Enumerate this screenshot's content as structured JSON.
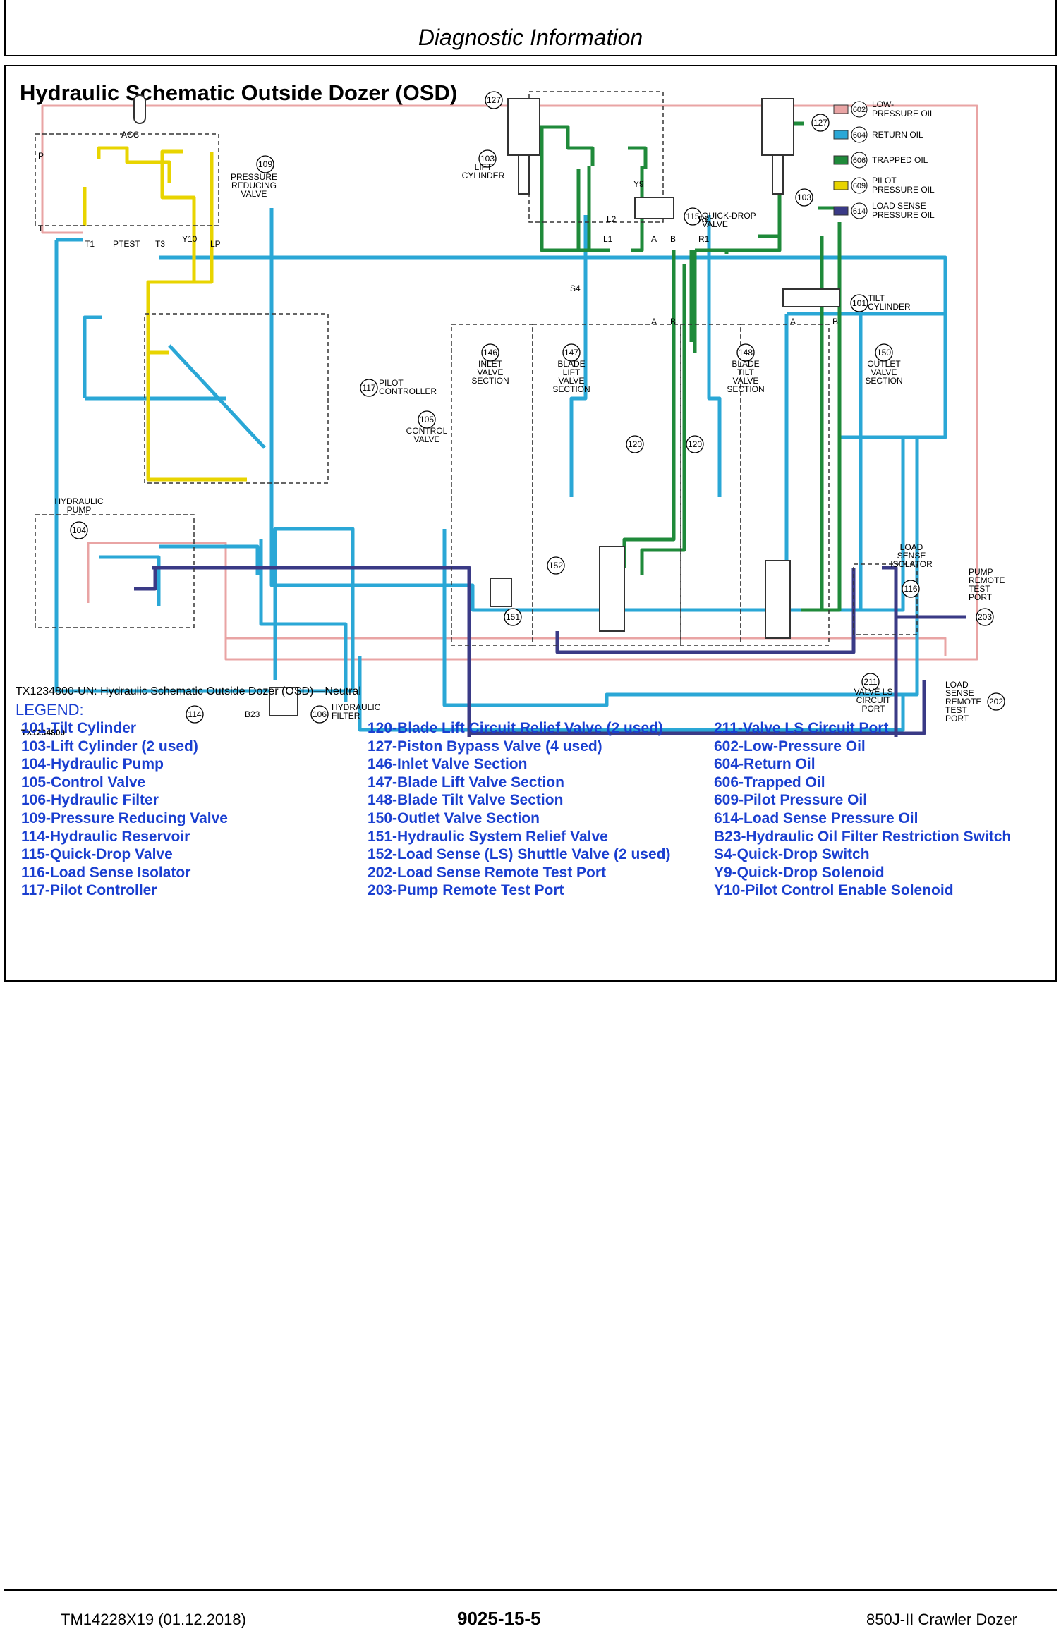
{
  "header": {
    "title": "Diagnostic Information"
  },
  "section": {
    "title": "Hydraulic Schematic Outside Dozer (OSD)"
  },
  "colors": {
    "low_pressure": "#e9a4a4",
    "return": "#2aa7d6",
    "trapped": "#1f8a3a",
    "pilot": "#e8d400",
    "load_sense": "#3a3a86"
  },
  "schematic": {
    "figure_id": "TX1234800",
    "key": [
      {
        "code": "602",
        "label1": "LOW-",
        "label2": "PRESSURE OIL"
      },
      {
        "code": "604",
        "label1": "RETURN OIL",
        "label2": ""
      },
      {
        "code": "606",
        "label1": "TRAPPED OIL",
        "label2": ""
      },
      {
        "code": "609",
        "label1": "PILOT",
        "label2": "PRESSURE OIL"
      },
      {
        "code": "614",
        "label1": "LOAD SENSE",
        "label2": "PRESSURE OIL"
      }
    ],
    "labels": {
      "acc": "ACC",
      "p": "P",
      "t": "T",
      "t1": "T1",
      "ptest": "PTEST",
      "t3": "T3",
      "lp": "LP",
      "y10": "Y10",
      "y9": "Y9",
      "s4": "S4",
      "b23": "B23",
      "l1": "L1",
      "l2": "L2",
      "r1": "R1",
      "r2": "R2",
      "a": "A",
      "b": "B",
      "pressure_reducing_valve": [
        "PRESSURE",
        "REDUCING",
        "VALVE"
      ],
      "lift_cylinder": [
        "LIFT",
        "CYLINDER"
      ],
      "quick_drop_valve": [
        "QUICK-DROP",
        "VALVE"
      ],
      "tilt_cylinder": [
        "TILT",
        "CYLINDER"
      ],
      "pilot_controller": [
        "PILOT",
        "CONTROLLER"
      ],
      "control_valve": [
        "CONTROL",
        "VALVE"
      ],
      "inlet_valve_section": [
        "INLET",
        "VALVE",
        "SECTION"
      ],
      "blade_lift_valve_section": [
        "BLADE",
        "LIFT",
        "VALVE",
        "SECTION"
      ],
      "blade_tilt_valve_section": [
        "BLADE",
        "TILT",
        "VALVE",
        "SECTION"
      ],
      "outlet_valve_section": [
        "OUTLET",
        "VALVE",
        "SECTION"
      ],
      "hydraulic_pump": [
        "HYDRAULIC",
        "PUMP"
      ],
      "load_sense_isolator": [
        "LOAD",
        "SENSE",
        "ISOLATOR"
      ],
      "pump_remote_test_port": [
        "PUMP",
        "REMOTE",
        "TEST",
        "PORT"
      ],
      "load_sense_remote_test_port": [
        "LOAD",
        "SENSE",
        "REMOTE",
        "TEST",
        "PORT"
      ],
      "valve_ls_circuit_port": [
        "VALVE LS",
        "CIRCUIT",
        "PORT"
      ],
      "hydraulic_filter": [
        "HYDRAULIC",
        "FILTER"
      ]
    },
    "callouts": {
      "c109": "109",
      "c127a": "127",
      "c127b": "127",
      "c103a": "103",
      "c103b": "103",
      "c115": "115",
      "c101": "101",
      "c117": "117",
      "c105": "105",
      "c146": "146",
      "c147": "147",
      "c148": "148",
      "c150": "150",
      "c120a": "120",
      "c120b": "120",
      "c104": "104",
      "c152": "152",
      "c151": "151",
      "c116": "116",
      "c203": "203",
      "c202": "202",
      "c211": "211",
      "c114": "114",
      "c106": "106"
    }
  },
  "caption": "TX1234800-UN: Hydraulic Schematic Outside Dozer (OSD)—Neutral",
  "legend": {
    "title": "LEGEND:",
    "col1": [
      "101-Tilt Cylinder",
      "103-Lift Cylinder (2 used)",
      "104-Hydraulic Pump",
      "105-Control Valve",
      "106-Hydraulic Filter",
      "109-Pressure Reducing Valve",
      "114-Hydraulic Reservoir",
      "115-Quick-Drop Valve",
      "116-Load Sense Isolator",
      "117-Pilot Controller"
    ],
    "col2": [
      "120-Blade Lift Circuit Relief Valve (2 used)",
      "127-Piston Bypass Valve (4 used)",
      "146-Inlet Valve Section",
      "147-Blade Lift Valve Section",
      "148-Blade Tilt Valve Section",
      "150-Outlet Valve Section",
      "151-Hydraulic System Relief Valve",
      "152-Load Sense (LS) Shuttle Valve (2 used)",
      "202-Load Sense Remote Test Port",
      "203-Pump Remote Test Port"
    ],
    "col3": [
      "211-Valve LS Circuit Port",
      "602-Low-Pressure Oil",
      "604-Return Oil",
      "606-Trapped Oil",
      "609-Pilot Pressure Oil",
      "614-Load Sense Pressure Oil",
      "B23-Hydraulic Oil Filter Restriction Switch",
      "S4-Quick-Drop Switch",
      "Y9-Quick-Drop Solenoid",
      "Y10-Pilot Control Enable Solenoid"
    ]
  },
  "footer": {
    "left": "TM14228X19 (01.12.2018)",
    "center": "9025-15-5",
    "right": "850J-II Crawler Dozer"
  }
}
